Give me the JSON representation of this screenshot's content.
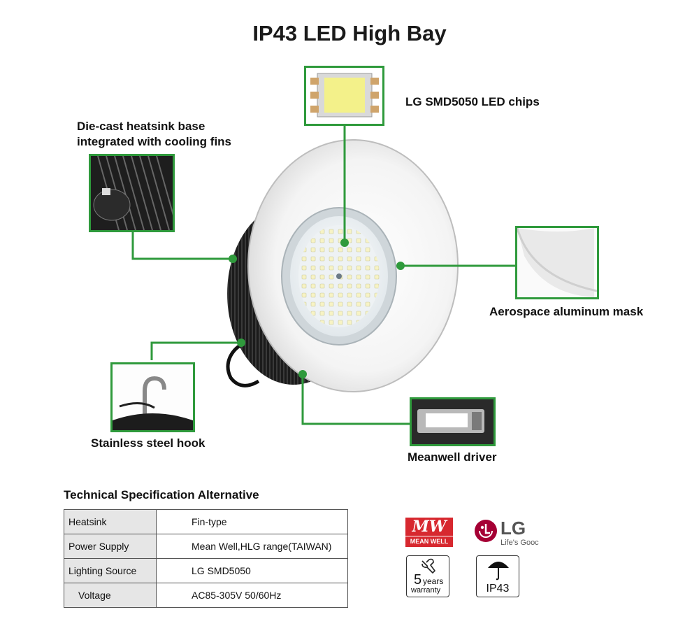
{
  "title": "IP43 LED High Bay",
  "callouts": {
    "led_chips": "LG SMD5050 LED chips",
    "heatsink_line1": "Die-cast heatsink base",
    "heatsink_line2": "integrated with cooling fins",
    "mask": "Aerospace aluminum mask",
    "hook": "Stainless steel hook",
    "driver": "Meanwell driver"
  },
  "spec": {
    "title": "Technical Specification Alternative",
    "rows": [
      {
        "key": "Heatsink",
        "value": "Fin-type"
      },
      {
        "key": "Power Supply",
        "value": "Mean Well,HLG range(TAIWAN)"
      },
      {
        "key": "Lighting Source",
        "value": "LG SMD5050"
      },
      {
        "key": "Voltage",
        "value": "AC85-305V 50/60Hz"
      }
    ]
  },
  "logos": {
    "meanwell_mark": "MW",
    "meanwell_name": "MEAN WELL",
    "lg_name": "LG",
    "lg_slogan": "Life's Gooc",
    "warranty_number": "5",
    "warranty_unit": "years",
    "warranty_word": "warranty",
    "ip_rating": "IP43"
  },
  "colors": {
    "accent_green": "#2f9a3c",
    "meanwell_red": "#d7282f",
    "lg_red": "#a50034"
  }
}
